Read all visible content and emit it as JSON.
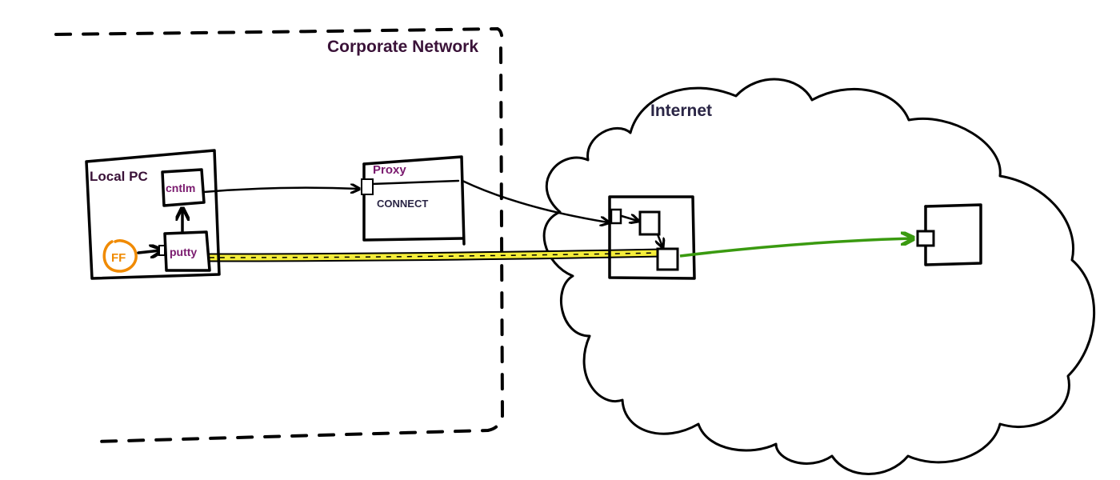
{
  "diagram": {
    "colors": {
      "dark_label": "#3a1238",
      "component_label": "#7a1a6e",
      "internet_label": "#2a2545",
      "connect_label": "#2a2545",
      "firefox": "#f08a00",
      "tunnel_fill": "#f5ee3a",
      "green_link": "#3a9a10"
    },
    "zones": {
      "corporate_network": "Corporate Network",
      "internet": "Internet"
    },
    "nodes": {
      "local_pc": "Local PC",
      "cntlm": "cntlm",
      "putty": "putty",
      "firefox": "FF",
      "proxy": "Proxy",
      "proxy_method": "CONNECT"
    },
    "edges": [
      {
        "from": "FF",
        "to": "putty",
        "style": "arrow"
      },
      {
        "from": "putty",
        "to": "cntlm",
        "style": "arrow"
      },
      {
        "from": "cntlm",
        "to": "Proxy",
        "style": "arrow"
      },
      {
        "from": "Proxy",
        "to": "internet-server",
        "style": "arrow"
      },
      {
        "from": "putty",
        "to": "internet-server",
        "style": "ssh-tunnel"
      },
      {
        "from": "internet-server",
        "to": "destination-server",
        "style": "green-arrow"
      }
    ]
  }
}
